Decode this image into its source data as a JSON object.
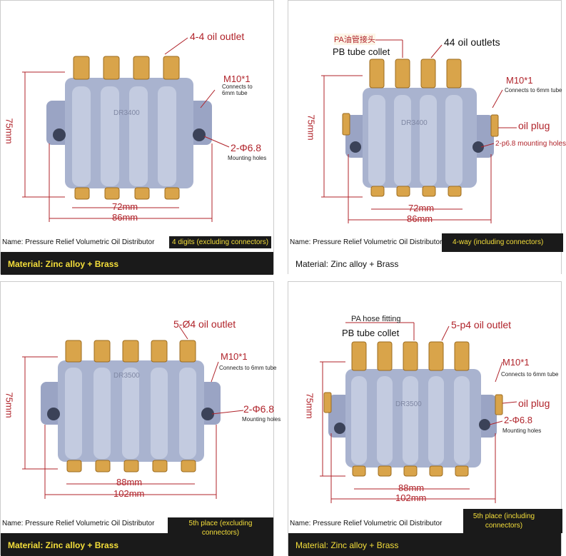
{
  "panels": [
    {
      "outlet_label": "4-4 oil outlet",
      "inlet_label": "M10*1",
      "inlet_note": "Connects to 6mm tube",
      "holes_label": "2-Φ6.8",
      "holes_note": "Mounting holes",
      "height_dim": "75mm",
      "width_inner": "72mm",
      "width_outer": "86mm",
      "model": "DR3400",
      "name": "Name: Pressure Relief Volumetric Oil Distributor",
      "spec": "4 digits (excluding connectors)",
      "material": "Material: Zinc alloy + Brass"
    },
    {
      "fitting_label": "PA油管接头",
      "collet_label": "PB tube collet",
      "outlet_label": "44 oil outlets",
      "inlet_label": "M10*1",
      "inlet_note": "Connects to 6mm tube",
      "plug_label": "oil plug",
      "holes_label": "2-p6.8 mounting holes",
      "height_dim": "75mm",
      "width_inner": "72mm",
      "width_outer": "86mm",
      "model": "DR3400",
      "name": "Name: Pressure Relief Volumetric Oil Distributor",
      "spec": "4-way (including connectors)",
      "material": "Material: Zinc alloy + Brass"
    },
    {
      "outlet_label": "5-Ø4 oil outlet",
      "inlet_label": "M10*1",
      "inlet_note": "Connects to 6mm tube",
      "holes_label": "2-Φ6.8",
      "holes_note": "Mounting holes",
      "height_dim": "75mm",
      "width_inner": "88mm",
      "width_outer": "102mm",
      "model": "DR3500",
      "name": "Name: Pressure Relief Volumetric Oil Distributor",
      "spec": "5th place (excluding connectors)",
      "material": "Material: Zinc alloy + Brass"
    },
    {
      "fitting_label": "PA hose fitting",
      "collet_label": "PB tube collet",
      "outlet_label": "5-p4 oil outlet",
      "inlet_label": "M10*1",
      "inlet_note": "Connects to 6mm tube",
      "plug_label": "oil plug",
      "holes_label": "2-Φ6.8",
      "holes_note": "Mounting holes",
      "height_dim": "75mm",
      "width_inner": "88mm",
      "width_outer": "102mm",
      "model": "DR3500",
      "name": "Name: Pressure Relief Volumetric Oil Distributor",
      "spec": "5th place (including connectors)",
      "material": "Material: Zinc alloy + Brass"
    }
  ],
  "colors": {
    "annotation": "#b0232a",
    "body_metal": "#a9b3cf",
    "brass": "#d9a44a",
    "band": "#1a1a1a",
    "highlight_text": "#f5df3a"
  }
}
